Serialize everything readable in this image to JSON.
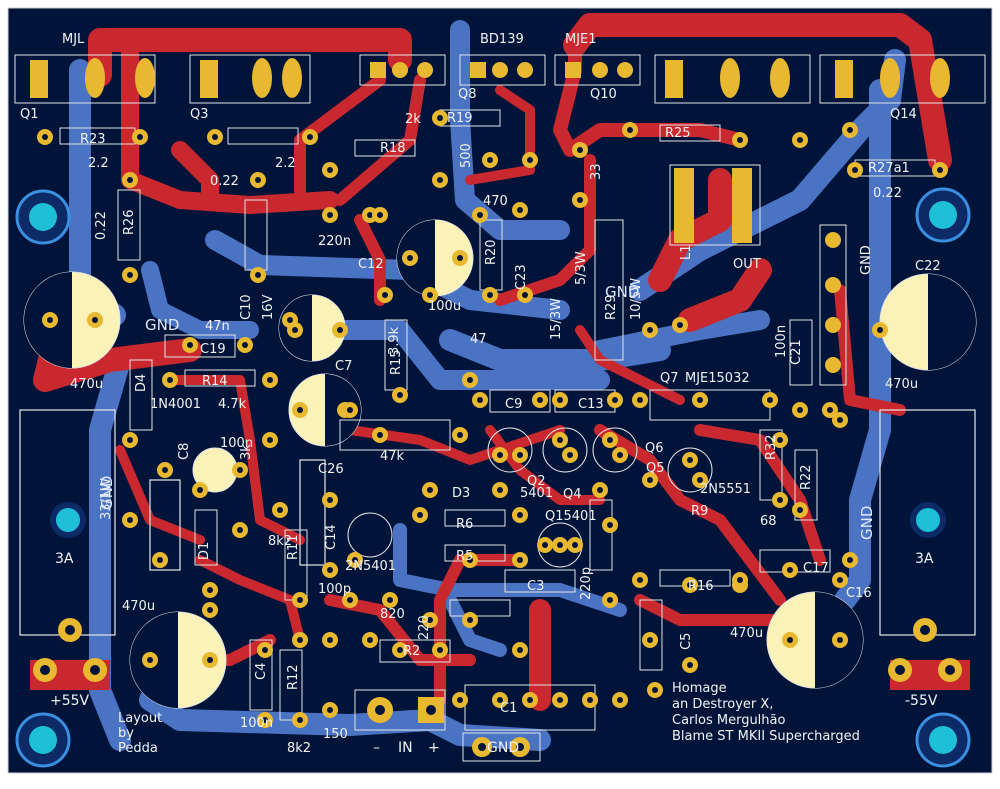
{
  "board": {
    "title_lines": [
      "Homage",
      "an Destroyer X,",
      "Carlos Mergulhão",
      "Blame ST MKII Supercharged"
    ],
    "credit_lines": [
      "Layout",
      "by",
      "Pedda"
    ],
    "connector_labels": {
      "in_minus": "–",
      "in": "IN",
      "in_plus": "+",
      "gnd_bottom": "GND"
    },
    "supply_labels": {
      "pos": "+55V",
      "neg": "-55V",
      "fuse_left": "3A",
      "fuse_right": "3A",
      "out": "OUT",
      "gnd_top_right": "GND"
    },
    "gnd_labels": [
      "GND",
      "GND",
      "GND",
      "GND"
    ],
    "component_refs": [
      "MJL",
      "Q1",
      "Q3",
      "Q8",
      "BD139",
      "MJE1",
      "Q10",
      "Q14",
      "R23",
      "R26",
      "R18",
      "R19",
      "R25",
      "R27a1",
      "C12",
      "R20",
      "C23",
      "R29",
      "L1",
      "C22",
      "C19",
      "R14",
      "D4",
      "C10",
      "C7",
      "R15",
      "C9",
      "C13",
      "C26",
      "C8",
      "D3",
      "Q2",
      "Q4",
      "Q6",
      "Q5",
      "R6",
      "R5",
      "C3",
      "D1",
      "C1",
      "C4",
      "R12",
      "R11",
      "C14",
      "R2",
      "R16",
      "C5",
      "C16",
      "C17",
      "R9",
      "R22",
      "R32",
      "C21",
      "MJE15032",
      "Q7"
    ],
    "values": [
      "2.2",
      "0.22",
      "0.22",
      "2.2",
      "0.22",
      "2k",
      "500",
      "470",
      "33",
      "220n",
      "100u",
      "47n",
      "470u",
      "16V",
      "3.9k",
      "4.7k",
      "1N4001",
      "100n",
      "47k",
      "3k",
      "5401",
      "Q15401",
      "2N5401",
      "2N5551",
      "8k2",
      "100p",
      "820",
      "220",
      "470u",
      "100n",
      "150",
      "8k2",
      "100n",
      "470u",
      "470u",
      "10/5W",
      "5/3W",
      "15/3W",
      "68",
      "47",
      "220p",
      "33/1W"
    ]
  }
}
